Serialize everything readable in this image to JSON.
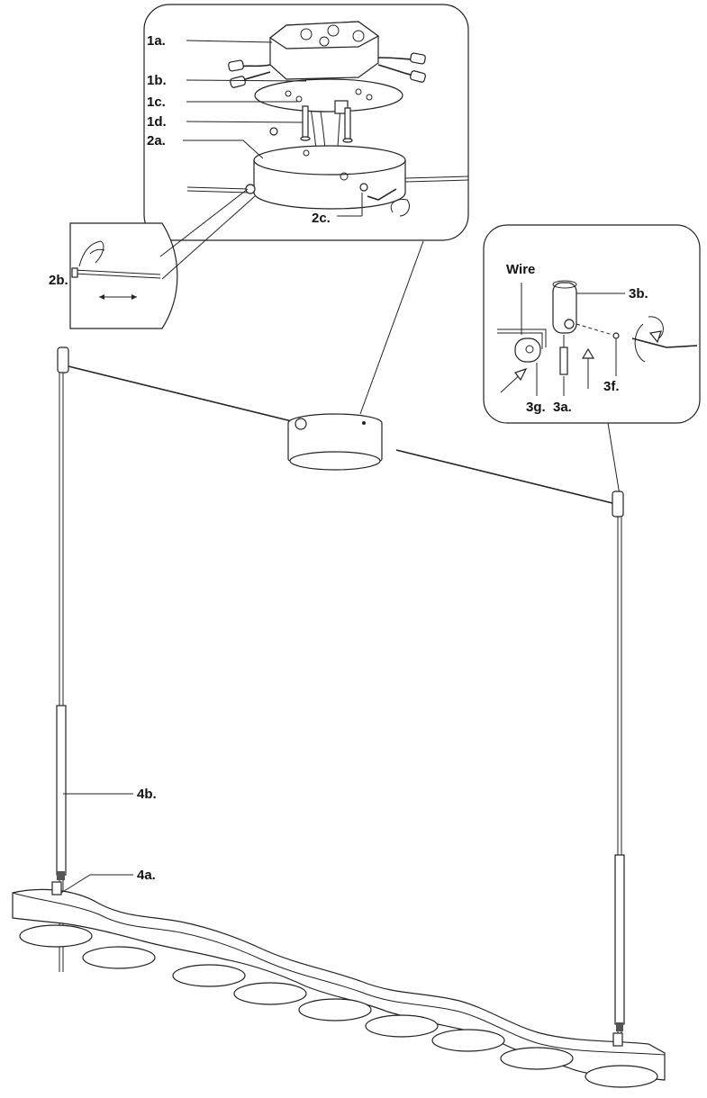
{
  "labels": {
    "l1a": "1a.",
    "l1b": "1b.",
    "l1c": "1c.",
    "l1d": "1d.",
    "l2a": "2a.",
    "l2b": "2b.",
    "l2c": "2c.",
    "wire": "Wire",
    "l3b": "3b.",
    "l3f": "3f.",
    "l3g": "3g.",
    "l3a": "3a.",
    "l4b": "4b.",
    "l4a": "4a."
  }
}
